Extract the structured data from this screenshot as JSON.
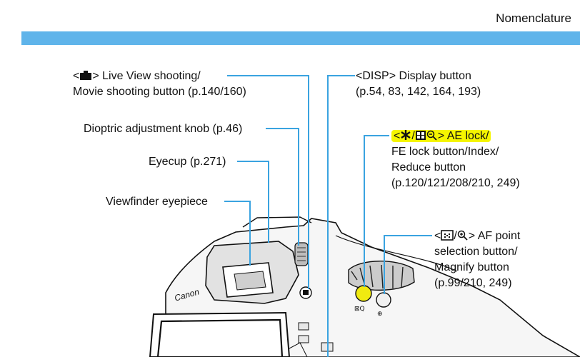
{
  "header": {
    "title": "Nomenclature"
  },
  "labels": {
    "live_view": {
      "l1_open": "<",
      "l1_rest": "> Live View shooting/",
      "l2": "Movie shooting button (p.140/160)"
    },
    "dioptric": "Dioptric adjustment knob (p.46)",
    "eyecup": "Eyecup (p.271)",
    "viewfinder": "Viewfinder eyepiece",
    "disp": {
      "l1": "<DISP> Display button",
      "l2": "(p.54, 83, 142, 164, 193)"
    },
    "ae_lock": {
      "l1_open": "<",
      "l1_sep": "/",
      "l1_rest": "> AE lock/",
      "l2": "FE lock button/Index/",
      "l3": "Reduce button",
      "l4": "(p.120/121/208/210, 249)"
    },
    "af_point": {
      "l1_open": "<",
      "l1_sep": "/",
      "l1_rest": "> AF point",
      "l2": "selection button/",
      "l3": "Magnify button",
      "l4": "(p.99/210, 249)"
    }
  },
  "camera": {
    "brand": "Canon"
  },
  "colors": {
    "accent_bar": "#5fb4ea",
    "leader": "#3aa3e0",
    "highlight": "#f5f500",
    "button_yellow": "#f0ea10"
  },
  "icons": [
    "camera-icon",
    "star-icon",
    "index-grid-icon",
    "magnify-minus-icon",
    "af-point-icon",
    "magnify-icon"
  ]
}
